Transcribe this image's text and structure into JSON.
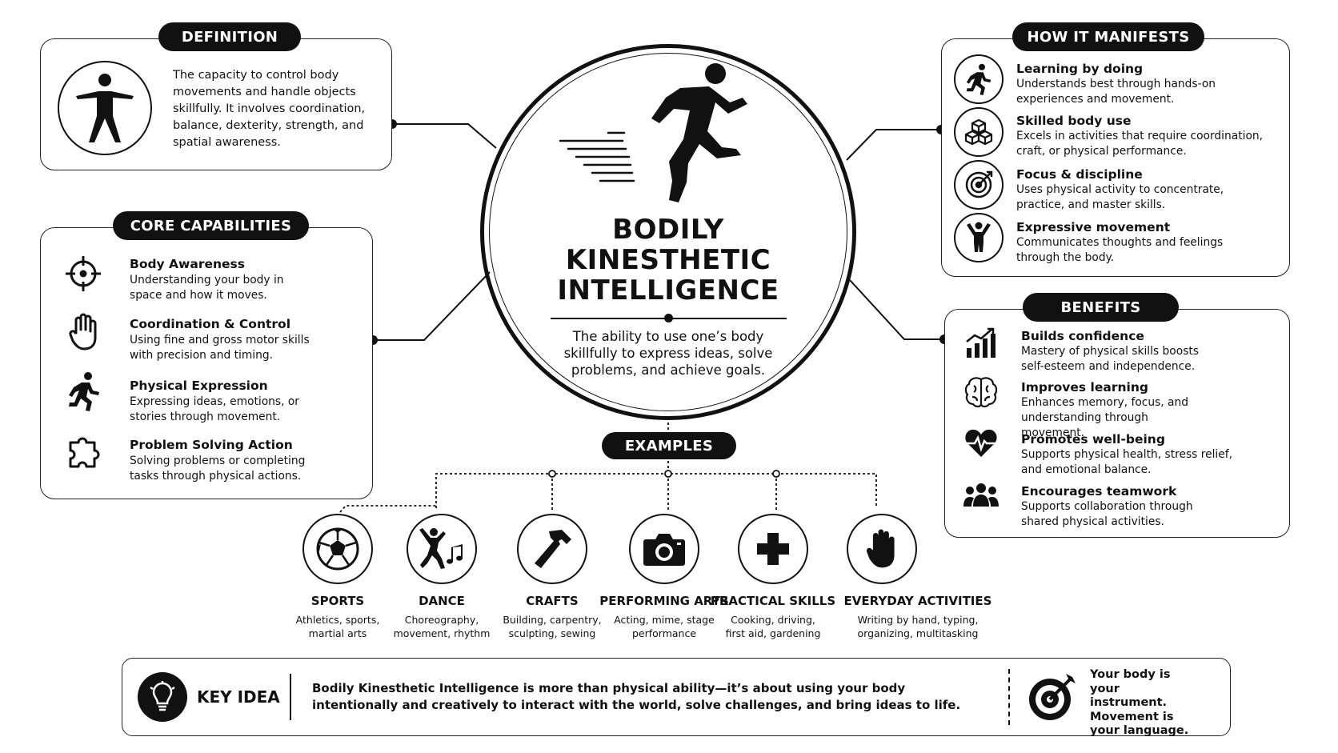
{
  "title": "BODILY KINESTHETIC INTELLIGENCE",
  "title_lines": [
    "BODILY",
    "KINESTHETIC",
    "INTELLIGENCE"
  ],
  "subtitle": "The ability to use one’s body skillfully to express ideas, solve problems, and achieve goals.",
  "definition": {
    "heading": "DEFINITION",
    "icon": "vitruvian-figure-icon",
    "text": "The capacity to control body movements and handle objects skillfully. It involves coordination, balance, dexterity, strength, and spatial awareness."
  },
  "core": {
    "heading": "CORE CAPABILITIES",
    "items": [
      {
        "icon": "crosshair-icon",
        "title": "Body Awareness",
        "desc": "Understanding your body in space and how it moves."
      },
      {
        "icon": "hand-icon",
        "title": "Coordination & Control",
        "desc": "Using fine and gross motor skills with precision and timing."
      },
      {
        "icon": "runner-icon",
        "title": "Physical Expression",
        "desc": "Expressing ideas, emotions, or stories through movement."
      },
      {
        "icon": "puzzle-icon",
        "title": "Problem Solving Action",
        "desc": "Solving problems or completing tasks through physical actions."
      }
    ]
  },
  "manifests": {
    "heading": "HOW IT MANIFESTS",
    "items": [
      {
        "icon": "runner-icon",
        "title": "Learning by doing",
        "desc": "Understands best through hands-on experiences and movement."
      },
      {
        "icon": "cubes-icon",
        "title": "Skilled body use",
        "desc": "Excels in activities that require coordination, craft, or physical performance."
      },
      {
        "icon": "target-icon",
        "title": "Focus & discipline",
        "desc": "Uses physical activity to concentrate, practice, and master skills."
      },
      {
        "icon": "person-arms-up-icon",
        "title": "Expressive movement",
        "desc": "Communicates thoughts and feelings through the body."
      }
    ]
  },
  "benefits": {
    "heading": "BENEFITS",
    "items": [
      {
        "icon": "growth-chart-icon",
        "title": "Builds confidence",
        "desc": "Mastery of physical skills boosts self-esteem and independence."
      },
      {
        "icon": "brain-icon",
        "title": "Improves learning",
        "desc": "Enhances memory, focus, and understanding through movement."
      },
      {
        "icon": "heartbeat-icon",
        "title": "Promotes well-being",
        "desc": "Supports physical health, stress relief, and emotional balance."
      },
      {
        "icon": "team-icon",
        "title": "Encourages teamwork",
        "desc": "Supports collaboration through shared physical activities."
      }
    ]
  },
  "examples": {
    "heading": "EXAMPLES",
    "items": [
      {
        "icon": "soccer-ball-icon",
        "title": "SPORTS",
        "desc": "Athletics, sports, martial arts"
      },
      {
        "icon": "dancer-icon",
        "title": "DANCE",
        "desc": "Choreography, movement, rhythm"
      },
      {
        "icon": "hammer-icon",
        "title": "CRAFTS",
        "desc": "Building, carpentry, sculpting, sewing"
      },
      {
        "icon": "camera-icon",
        "title": "PERFORMING ARTS",
        "desc": "Acting, mime, stage performance"
      },
      {
        "icon": "plus-icon",
        "title": "PRACTICAL SKILLS",
        "desc": "Cooking, driving, first aid, gardening"
      },
      {
        "icon": "hand-icon",
        "title": "EVERYDAY ACTIVITIES",
        "desc": "Writing by hand, typing, organizing, multitasking"
      }
    ]
  },
  "key_idea": {
    "icon": "lightbulb-icon",
    "label": "KEY IDEA",
    "text": "Bodily Kinesthetic Intelligence is more than physical ability—it’s about using your body intentionally and creatively to interact with the world, solve challenges, and bring ideas to life.",
    "tagline_icon": "target-arrow-icon",
    "tagline": "Your body is your instrument. Movement is your language."
  }
}
